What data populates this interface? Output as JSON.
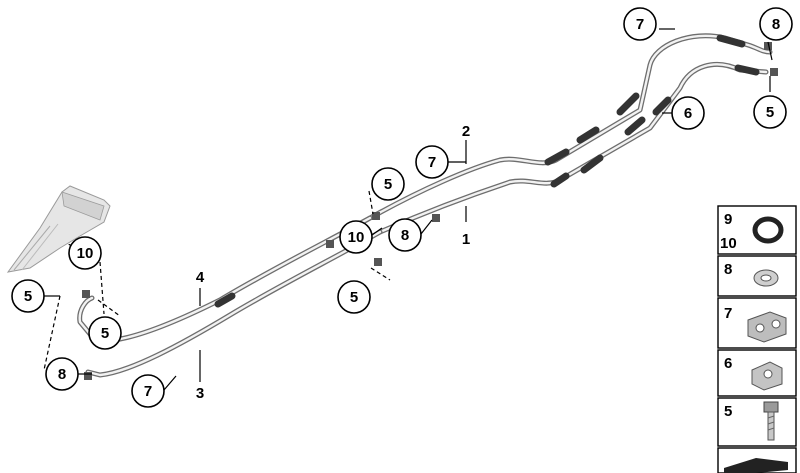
{
  "callouts": [
    {
      "id": "c7-top",
      "label": "7"
    },
    {
      "id": "c8-top",
      "label": "8"
    },
    {
      "id": "c5-topright",
      "label": "5"
    },
    {
      "id": "c6",
      "label": "6"
    },
    {
      "id": "c7-mid",
      "label": "7"
    },
    {
      "id": "c5-mid",
      "label": "5"
    },
    {
      "id": "c10-mid",
      "label": "10"
    },
    {
      "id": "c8-mid",
      "label": "8"
    },
    {
      "id": "c5-lowmid",
      "label": "5"
    },
    {
      "id": "c10-left",
      "label": "10"
    },
    {
      "id": "c5-left",
      "label": "5"
    },
    {
      "id": "c5-leftinner",
      "label": "5"
    },
    {
      "id": "c8-left",
      "label": "8"
    },
    {
      "id": "c7-bottom",
      "label": "7"
    }
  ],
  "part_labels": [
    {
      "id": "p2",
      "label": "2"
    },
    {
      "id": "p1",
      "label": "1"
    },
    {
      "id": "p4",
      "label": "4"
    },
    {
      "id": "p3",
      "label": "3"
    }
  ],
  "legend": [
    {
      "labels": [
        "9",
        "10"
      ],
      "part": "o-ring"
    },
    {
      "labels": [
        "8"
      ],
      "part": "sealing-ring"
    },
    {
      "labels": [
        "7"
      ],
      "part": "double-pipe-clamp"
    },
    {
      "labels": [
        "6"
      ],
      "part": "single-pipe-holder"
    },
    {
      "labels": [
        "5"
      ],
      "part": "hex-bolt"
    },
    {
      "labels": [
        ""
      ],
      "part": "plate"
    }
  ]
}
